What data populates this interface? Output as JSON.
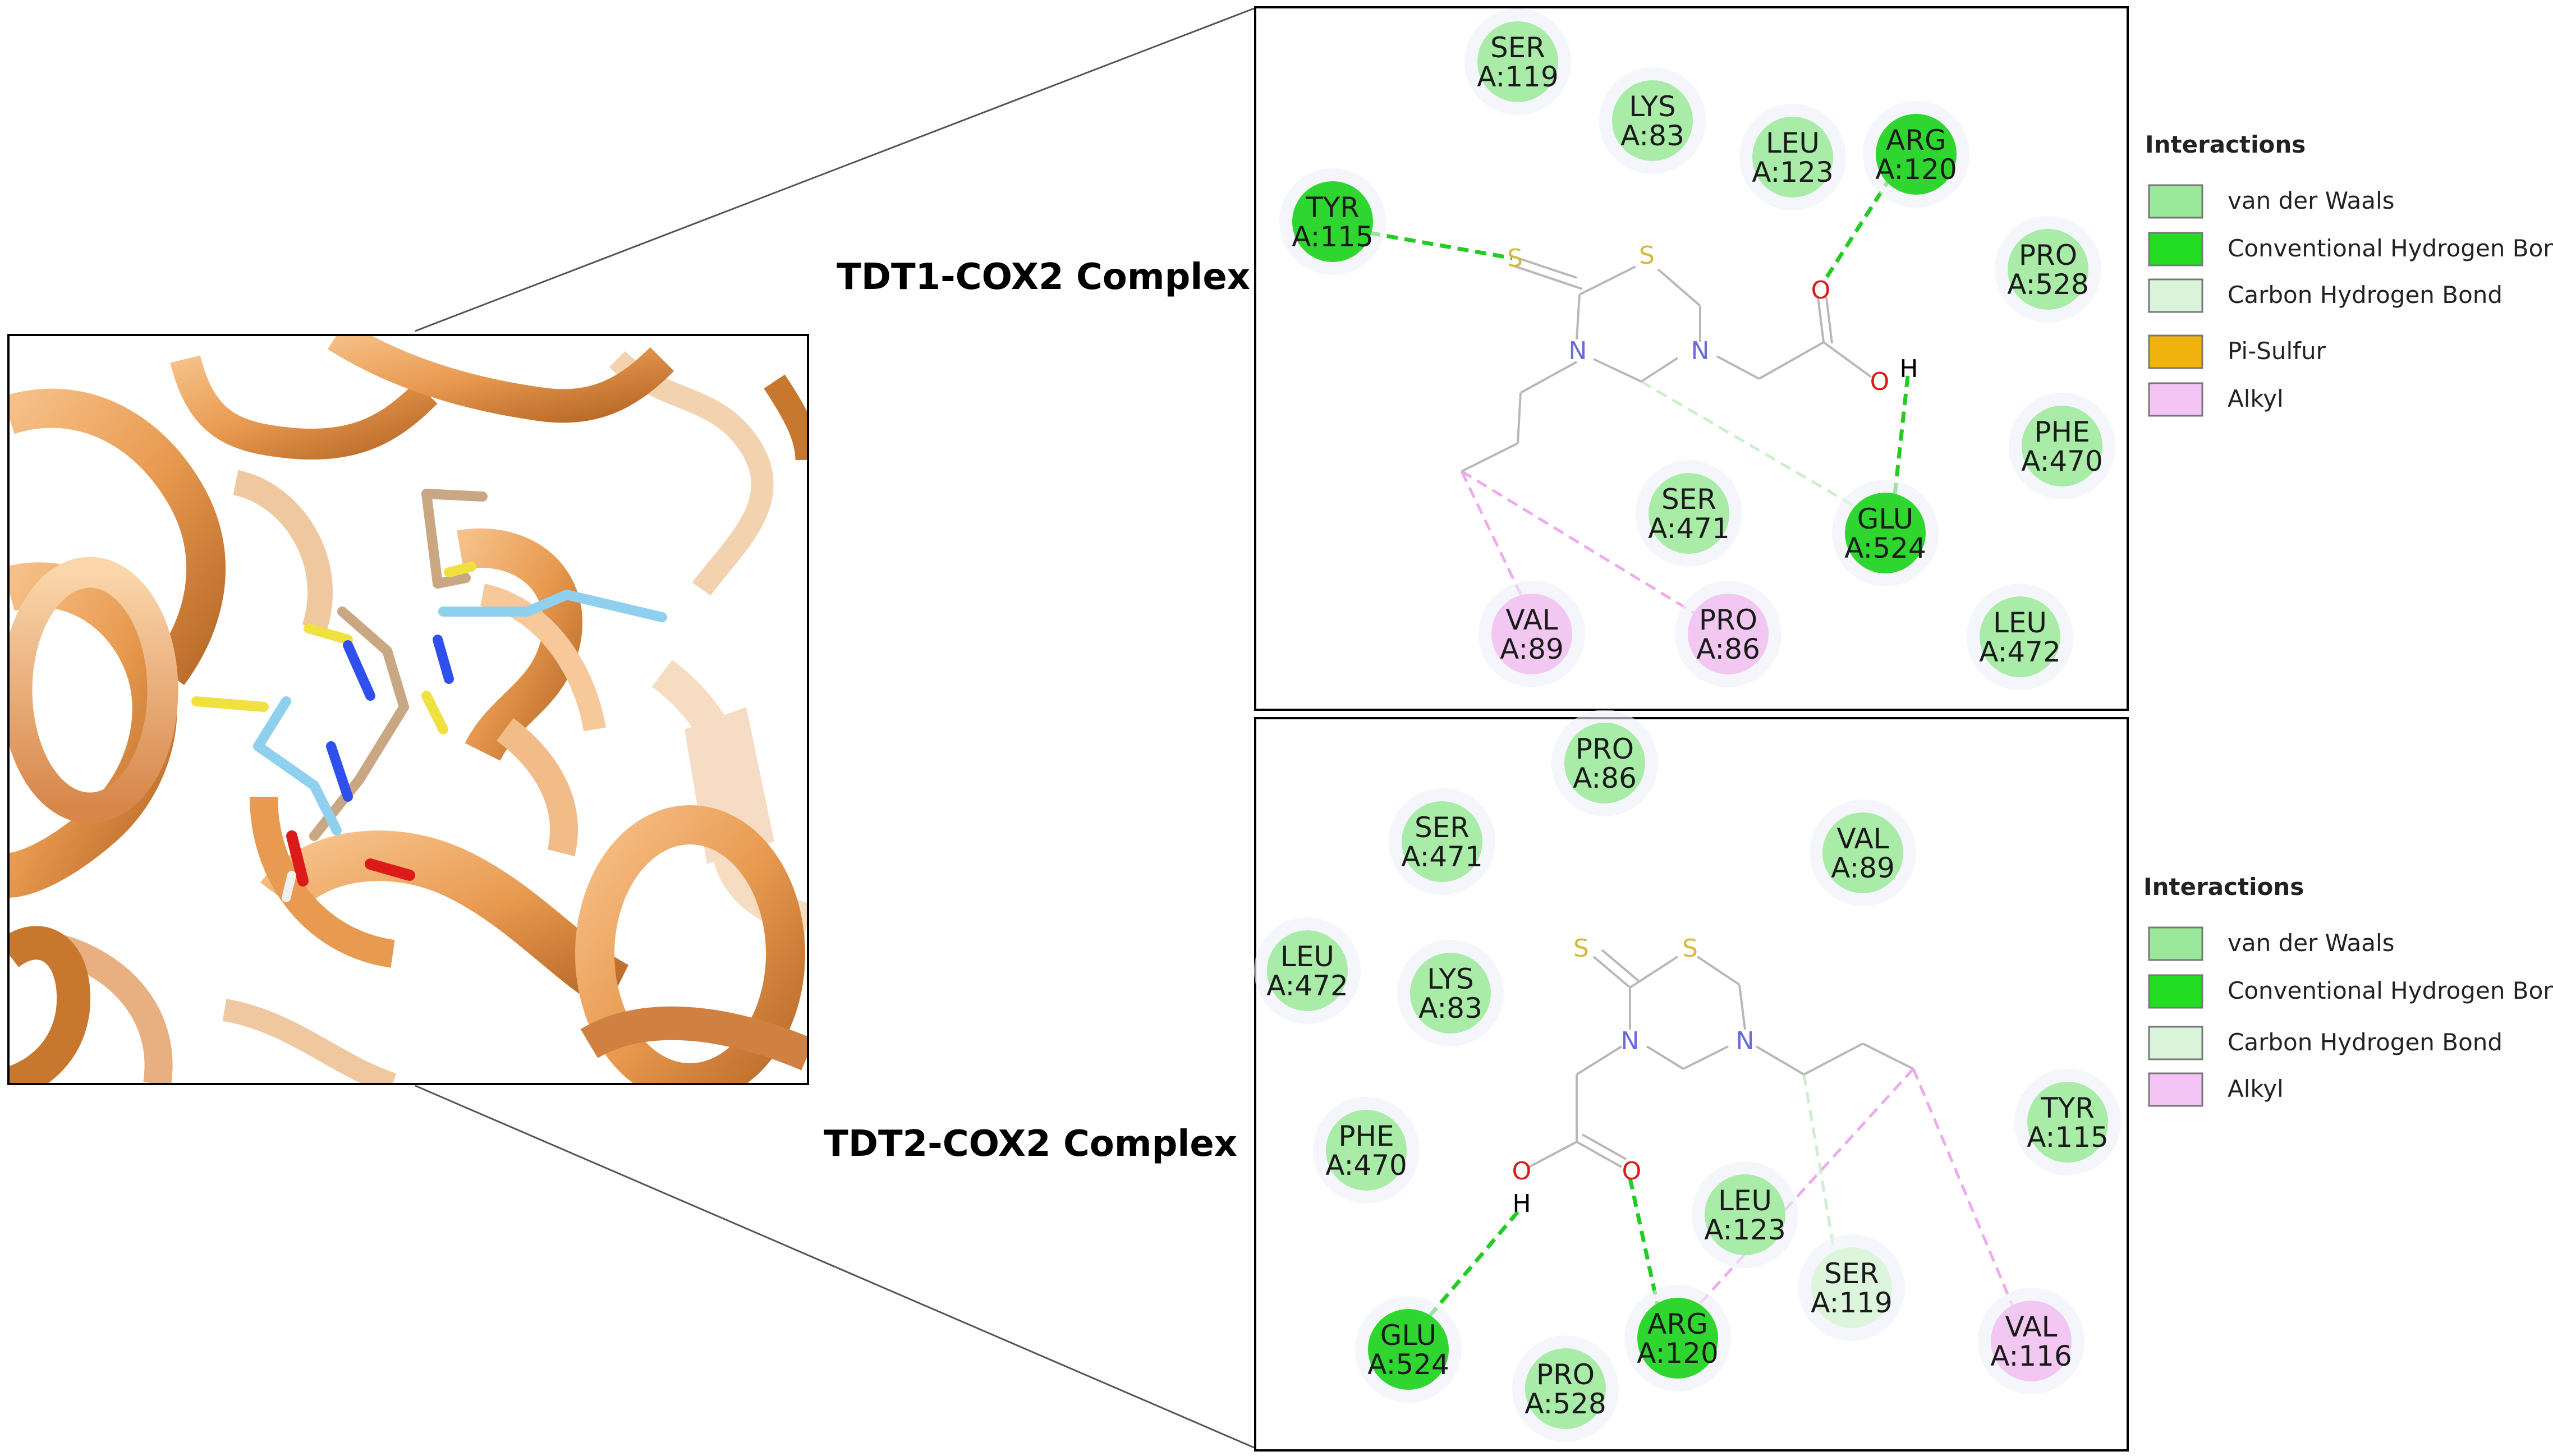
{
  "complex1": {
    "title": "TDT1-COX2 Complex",
    "residues": [
      {
        "name": "SER",
        "chain": "A:119",
        "type": "vdw"
      },
      {
        "name": "LYS",
        "chain": "A:83",
        "type": "vdw"
      },
      {
        "name": "LEU",
        "chain": "A:123",
        "type": "vdw"
      },
      {
        "name": "ARG",
        "chain": "A:120",
        "type": "hbond"
      },
      {
        "name": "TYR",
        "chain": "A:115",
        "type": "hbond"
      },
      {
        "name": "PRO",
        "chain": "A:528",
        "type": "vdw"
      },
      {
        "name": "PHE",
        "chain": "A:470",
        "type": "vdw"
      },
      {
        "name": "SER",
        "chain": "A:471",
        "type": "vdw"
      },
      {
        "name": "GLU",
        "chain": "A:524",
        "type": "hbond"
      },
      {
        "name": "VAL",
        "chain": "A:89",
        "type": "alkyl"
      },
      {
        "name": "PRO",
        "chain": "A:86",
        "type": "alkyl"
      },
      {
        "name": "LEU",
        "chain": "A:472",
        "type": "vdw"
      }
    ],
    "atoms": {
      "s1": "S",
      "s2": "S",
      "n1": "N",
      "n2": "N",
      "o1": "O",
      "o2": "O",
      "h": "H"
    }
  },
  "complex2": {
    "title": "TDT2-COX2 Complex",
    "residues": [
      {
        "name": "PRO",
        "chain": "A:86",
        "type": "vdw"
      },
      {
        "name": "SER",
        "chain": "A:471",
        "type": "vdw"
      },
      {
        "name": "VAL",
        "chain": "A:89",
        "type": "vdw"
      },
      {
        "name": "LEU",
        "chain": "A:472",
        "type": "vdw"
      },
      {
        "name": "LYS",
        "chain": "A:83",
        "type": "vdw"
      },
      {
        "name": "TYR",
        "chain": "A:115",
        "type": "vdw"
      },
      {
        "name": "PHE",
        "chain": "A:470",
        "type": "vdw"
      },
      {
        "name": "LEU",
        "chain": "A:123",
        "type": "vdw"
      },
      {
        "name": "SER",
        "chain": "A:119",
        "type": "chbond"
      },
      {
        "name": "GLU",
        "chain": "A:524",
        "type": "hbond"
      },
      {
        "name": "ARG",
        "chain": "A:120",
        "type": "hbond"
      },
      {
        "name": "VAL",
        "chain": "A:116",
        "type": "alkyl"
      },
      {
        "name": "PRO",
        "chain": "A:528",
        "type": "vdw"
      }
    ],
    "atoms": {
      "s1": "S",
      "s2": "S",
      "n1": "N",
      "n2": "N",
      "o1": "O",
      "o2": "O",
      "h": "H"
    }
  },
  "legend1": {
    "title": "Interactions",
    "items": [
      {
        "label": "van der Waals",
        "color": "#9ae89a"
      },
      {
        "label": "Conventional Hydrogen Bond",
        "color": "#22dd22"
      },
      {
        "label": "Carbon Hydrogen Bond",
        "color": "#d9f4d9"
      },
      {
        "label": "Pi-Sulfur",
        "color": "#f0b20c"
      },
      {
        "label": "Alkyl",
        "color": "#f4c4f4"
      }
    ]
  },
  "legend2": {
    "title": "Interactions",
    "items": [
      {
        "label": "van der Waals",
        "color": "#9ae89a"
      },
      {
        "label": "Conventional Hydrogen Bond",
        "color": "#22dd22"
      },
      {
        "label": "Carbon Hydrogen Bond",
        "color": "#d9f4d9"
      },
      {
        "label": "Alkyl",
        "color": "#f4c4f4"
      }
    ]
  },
  "colors": {
    "vdw": "#a8eca8",
    "hbond": "#2fd62f",
    "chbond": "#dcf5dc",
    "alkyl": "#f2c8f2",
    "hbond_line": "#22cc22",
    "alkyl_line": "#eeaaee",
    "chbond_line": "#c8ecc8",
    "sulfur": "#d9b83a",
    "nitrogen": "#6a6ad8",
    "oxygen": "#e01818",
    "bond": "#b8b8b8",
    "ribbon": "#f0a860",
    "ribbon_dark": "#b0682a",
    "ribbon_light": "#f8d4a8"
  }
}
